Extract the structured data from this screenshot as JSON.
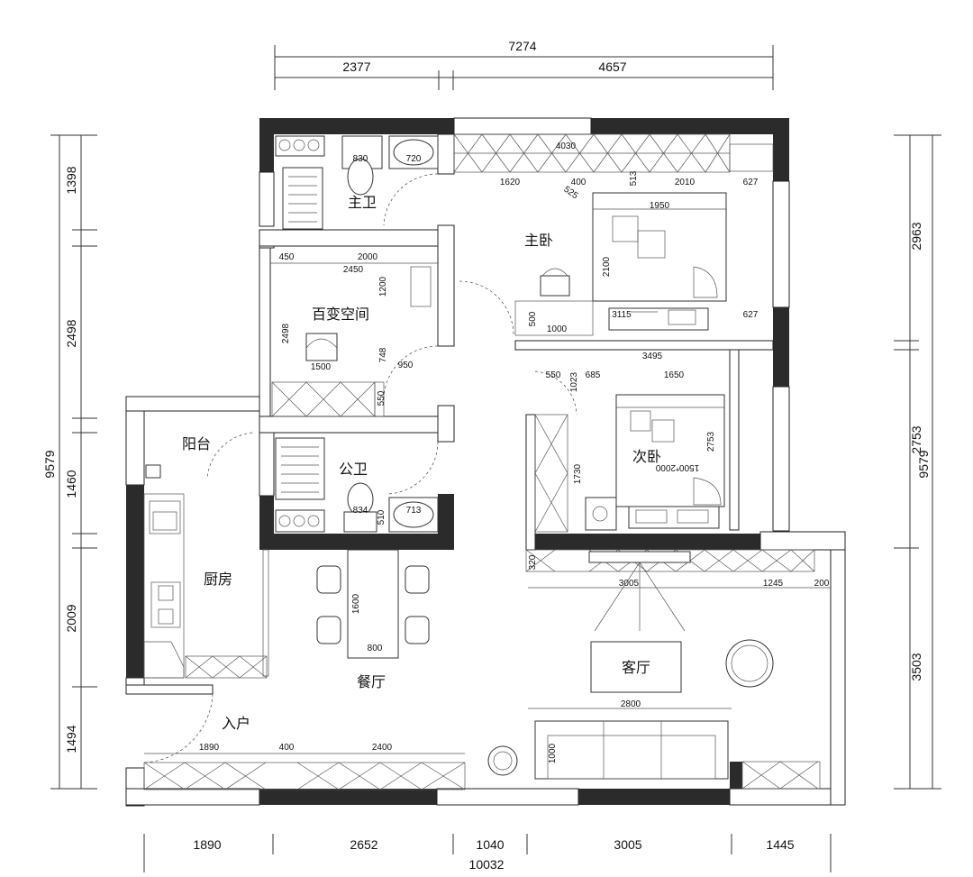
{
  "top_dims": {
    "total": "7274",
    "left": "2377",
    "right": "4657"
  },
  "bottom_dims": {
    "d1": "1890",
    "d2": "2652",
    "d3": "1040",
    "d4": "3005",
    "d5": "1445",
    "total": "10032"
  },
  "left_dims": {
    "d1": "1398",
    "d2": "2498",
    "d3": "1460",
    "d4": "2009",
    "d5": "1494",
    "total": "9579"
  },
  "right_dims": {
    "d1": "2963",
    "d2": "2753",
    "d3": "3503",
    "total": "9579"
  },
  "rooms": {
    "master_bath": "主卫",
    "master_bed": "主卧",
    "flex_space": "百变空间",
    "balcony": "阳台",
    "public_bath": "公卫",
    "second_bed": "次卧",
    "kitchen": "厨房",
    "dining": "餐厅",
    "living": "客厅",
    "entrance": "入户"
  },
  "inner_dims": {
    "mb_830": "830",
    "mb_720": "720",
    "wardrobe_4030": "4030",
    "m_1620": "1620",
    "m_400": "400",
    "m_513": "513",
    "m_2010": "2010",
    "m_627a": "627",
    "m_525": "525",
    "m_1950": "1950",
    "m_2100": "2100",
    "m_500": "500",
    "m_1000": "1000",
    "m_3115": "3115",
    "m_627b": "627",
    "f_450": "450",
    "f_2000": "2000",
    "f_2450": "2450",
    "f_1200": "1200",
    "f_2498": "2498",
    "f_1500": "1500",
    "f_748": "748",
    "f_950": "950",
    "f_550": "550",
    "s_3495": "3495",
    "s_550": "550",
    "s_685": "685",
    "s_1650": "1650",
    "s_1023": "1023",
    "s_2753": "2753",
    "s_bed": "1500*2000",
    "s_1730": "1730",
    "pb_834": "834",
    "pb_510": "510",
    "pb_713": "713",
    "l_320": "320",
    "l_3005": "3005",
    "l_1245": "1245",
    "l_200": "200",
    "dt_1600": "1600",
    "dt_800": "800",
    "sofa_2800": "2800",
    "sofa_1000": "1000",
    "e_1890": "1890",
    "e_400": "400",
    "e_2400": "2400"
  }
}
